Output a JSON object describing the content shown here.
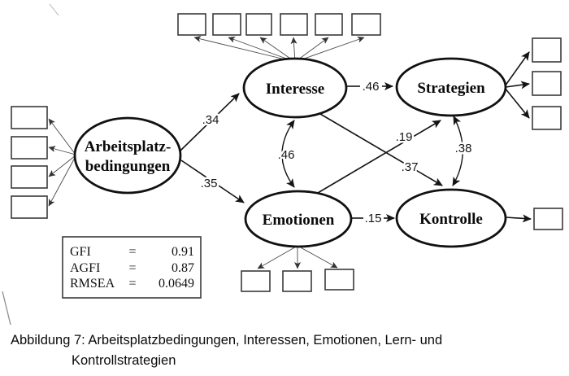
{
  "figure": {
    "nodes": {
      "apb": {
        "line1": "Arbeitsplatz-",
        "line2": "bedingungen"
      },
      "interesse": "Interesse",
      "strategien": "Strategien",
      "emotionen": "Emotionen",
      "kontrolle": "Kontrolle"
    },
    "coefficients": {
      "apb_interesse": ".34",
      "apb_emotionen": ".35",
      "interesse_strategien": ".46",
      "interesse_emotionen": ".46",
      "emotionen_strategien": ".19",
      "interesse_kontrolle": ".37",
      "strategien_kontrolle": ".38",
      "emotionen_kontrolle": ".15"
    },
    "fit": {
      "gfi": {
        "label": "GFI",
        "eq": "=",
        "value": "0.91"
      },
      "agfi": {
        "label": "AGFI",
        "eq": "=",
        "value": "0.87"
      },
      "rmsea": {
        "label": "RMSEA",
        "eq": "=",
        "value": "0.0649"
      }
    },
    "caption": {
      "line1": "Abbildung 7: Arbeitsplatzbedingungen, Interessen, Emotionen, Lern- und",
      "line2": "Kontrollstrategien"
    }
  }
}
